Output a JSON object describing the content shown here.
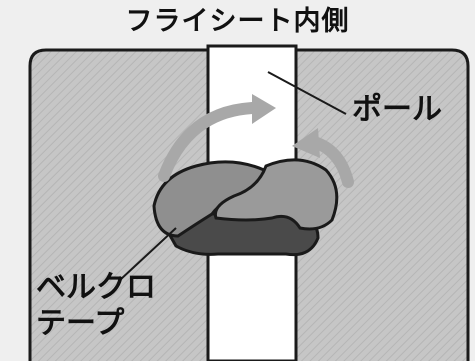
{
  "diagram": {
    "title": "フライシート内側",
    "labels": {
      "pole": "ポール",
      "velcro": "ベルクロ\nテープ"
    },
    "colors": {
      "sheet_fill": "#c9c9c9",
      "sheet_stroke": "#1a1a1a",
      "pole_fill": "#ffffff",
      "velcro_light": "#8f8f8f",
      "velcro_dark": "#4a4a4a",
      "arrow": "#a8a8a8"
    }
  }
}
